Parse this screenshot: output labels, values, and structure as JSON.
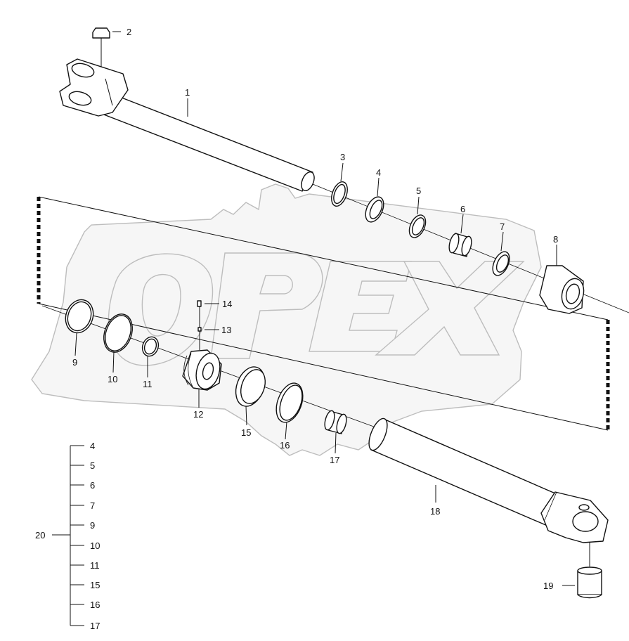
{
  "watermark": {
    "text": "OPEX"
  },
  "callouts": {
    "p1": "1",
    "p2": "2",
    "p3": "3",
    "p4": "4",
    "p5": "5",
    "p6": "6",
    "p7": "7",
    "p8": "8",
    "p9": "9",
    "p10": "10",
    "p11": "11",
    "p12": "12",
    "p13": "13",
    "p14": "14",
    "p15": "15",
    "p16": "16",
    "p17": "17",
    "p18": "18",
    "p19": "19",
    "p20": "20"
  },
  "kit": {
    "label": "20",
    "items": [
      "4",
      "5",
      "6",
      "7",
      "9",
      "10",
      "11",
      "15",
      "16",
      "17"
    ]
  }
}
